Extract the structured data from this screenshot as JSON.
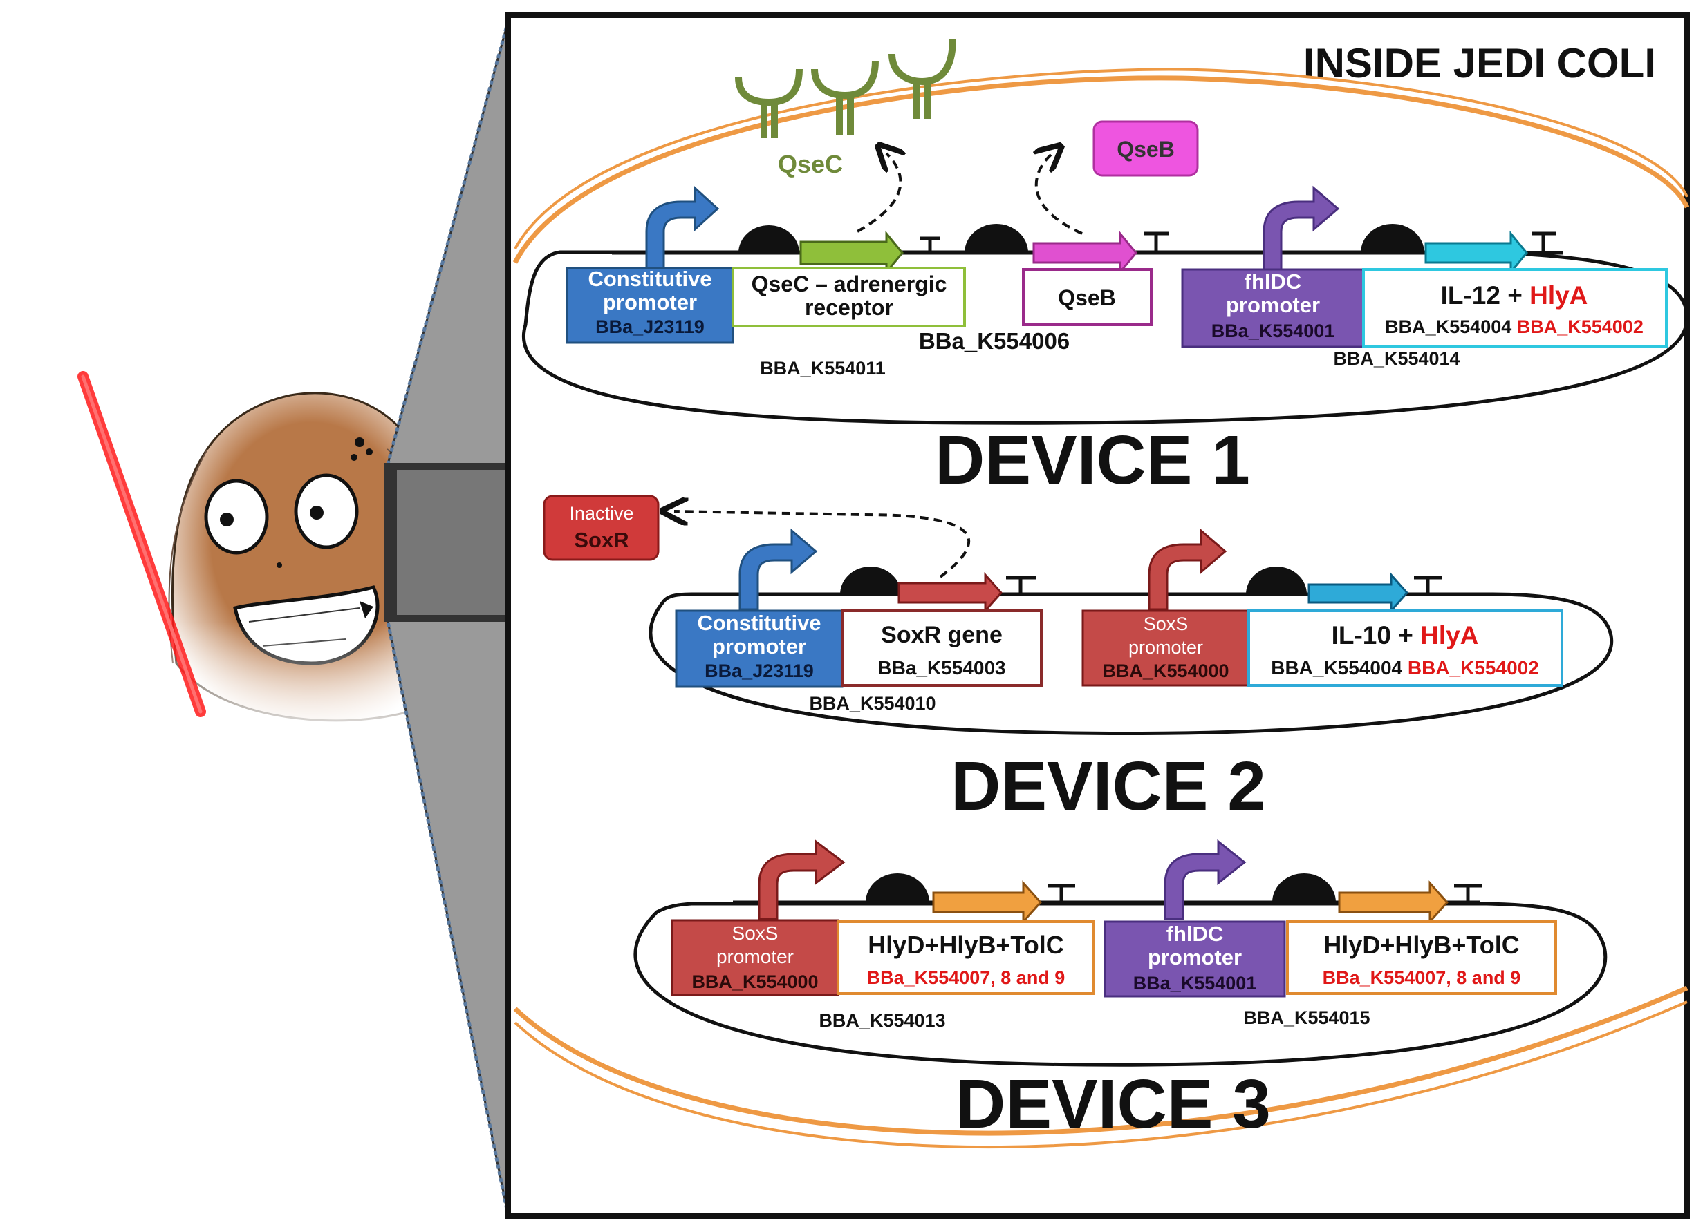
{
  "panel_title": "INSIDE JEDI COLI",
  "devices": [
    {
      "label": "DEVICE 1",
      "promoter1": {
        "line1": "Constitutive",
        "line2": "promoter",
        "code": "BBa_J23119",
        "color": "#3a78c4"
      },
      "gene1": {
        "line1": "QseC – adrenergic",
        "line2": "receptor"
      },
      "gene1_code": "BBa_K554006",
      "device_code_left": "BBA_K554011",
      "gene2": {
        "line1": "QseB"
      },
      "promoter2": {
        "line1": "fhlDC",
        "line2": "promoter",
        "code": "BBa_K554001",
        "color": "#7a55b0"
      },
      "gene3": {
        "title_black": "IL-12 + ",
        "title_red": "HlyA",
        "code_black": "BBA_K554004 ",
        "code_red": "BBA_K554002"
      },
      "device_code_right": "BBA_K554014",
      "proteins": {
        "receptor": "QseC",
        "regulator": "QseB"
      }
    },
    {
      "label": "DEVICE 2",
      "inactive": {
        "line1": "Inactive",
        "line2": "SoxR"
      },
      "promoter1": {
        "line1": "Constitutive",
        "line2": "promoter",
        "code": "BBa_J23119",
        "color": "#3a78c4"
      },
      "gene1": {
        "line1": "SoxR gene",
        "code": "BBa_K554003"
      },
      "device_code_left": "BBA_K554010",
      "promoter2": {
        "line1": "SoxS",
        "line2": "promoter",
        "code": "BBA_K554000",
        "color": "#c44a48"
      },
      "gene2": {
        "title_black": "IL-10 + ",
        "title_red": "HlyA",
        "code_black": "BBA_K554004 ",
        "code_red": "BBA_K554002"
      }
    },
    {
      "label": "DEVICE 3",
      "promoter1": {
        "line1": "SoxS",
        "line2": "promoter",
        "code": "BBA_K554000",
        "color": "#c44a48"
      },
      "gene1": {
        "line1": "HlyD+HlyB+TolC",
        "code": "BBa_K554007, 8 and 9"
      },
      "device_code_left": "BBA_K554013",
      "promoter2": {
        "line1": "fhlDC",
        "line2": "promoter",
        "code": "BBa_K554001",
        "color": "#7a55b0"
      },
      "gene2": {
        "line1": "HlyD+HlyB+TolC",
        "code": "BBa_K554007, 8 and 9"
      },
      "device_code_right": "BBA_K554015"
    }
  ],
  "colors": {
    "membrane": "#ee9944",
    "qsec": "#6f8a3a",
    "qseb": "#e040d0",
    "arrow_green": "#8fbf3a",
    "arrow_magenta": "#e050d0",
    "arrow_cyan": "#2ec8e0",
    "arrow_red": "#c84a4a",
    "arrow_orange": "#f0a040",
    "red_text": "#e01818",
    "rbs": "#111111",
    "character": "#b87848",
    "saber": "#ff1a1a"
  },
  "icons": [
    "jedi-coli-character-icon",
    "lightsaber-icon",
    "receptor-icon",
    "promoter-arrow-icon",
    "rbs-icon",
    "terminator-icon"
  ]
}
